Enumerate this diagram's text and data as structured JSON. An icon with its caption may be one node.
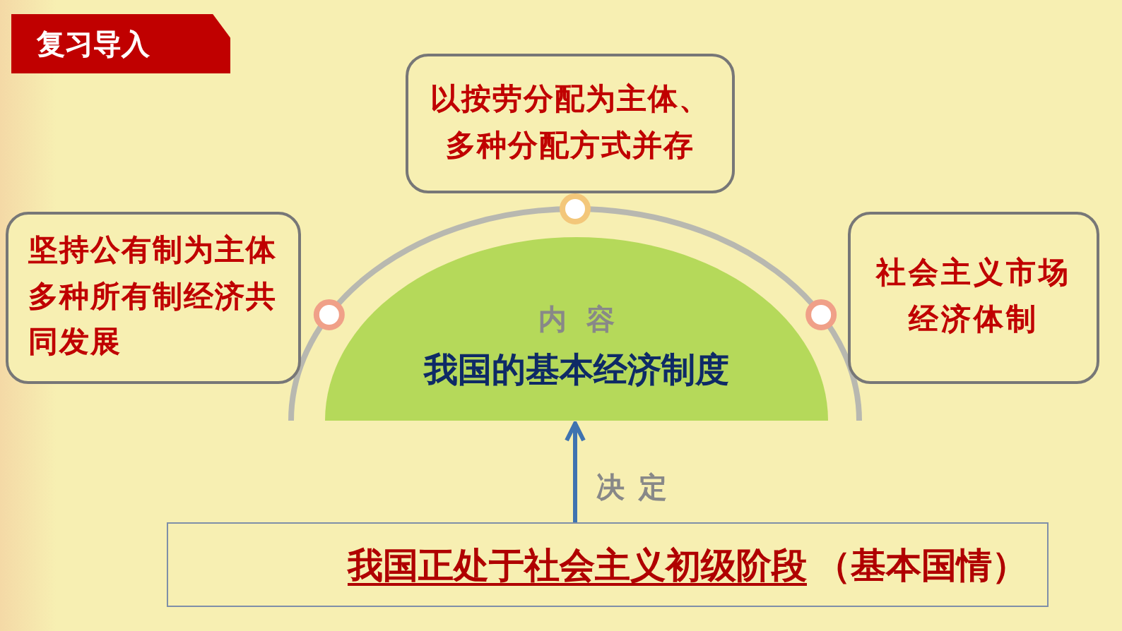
{
  "diagram": {
    "title": "复习导入",
    "nodes": [
      {
        "text": [
          "以按劳分配为主体、多种分配方式并存"
        ]
      },
      {
        "text": [
          "坚持公有制为主体多种所有制经济共同发展"
        ]
      },
      {
        "text": [
          "社会主义市场经济体制"
        ]
      },
      {
        "text": [
          "内容",
          "我国的基本经济制度"
        ]
      },
      {
        "text": [
          "我国正处于社会主义初级阶段",
          "（基本国情）"
        ]
      }
    ],
    "edges": [
      {
        "from": 4,
        "to": 3,
        "arrow": "to",
        "label": "决定",
        "color": "#3f73b0"
      }
    ]
  }
}
